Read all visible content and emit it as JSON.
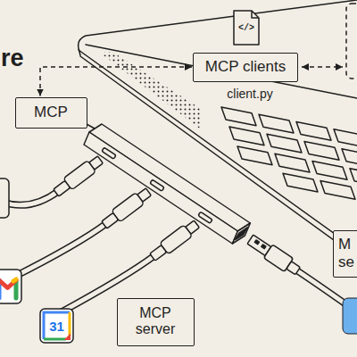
{
  "diagram": {
    "nodes": [
      {
        "text": [
          "MCP clients"
        ]
      },
      {
        "text": [
          "MCP"
        ]
      },
      {
        "text": [
          "MCP server"
        ]
      },
      {
        "text": [
          "M se"
        ]
      }
    ],
    "edges": [
      {
        "from": 0,
        "to": 1,
        "arrow": "both"
      }
    ],
    "labels": [
      "re",
      "</>",
      "client.py",
      "31"
    ]
  }
}
